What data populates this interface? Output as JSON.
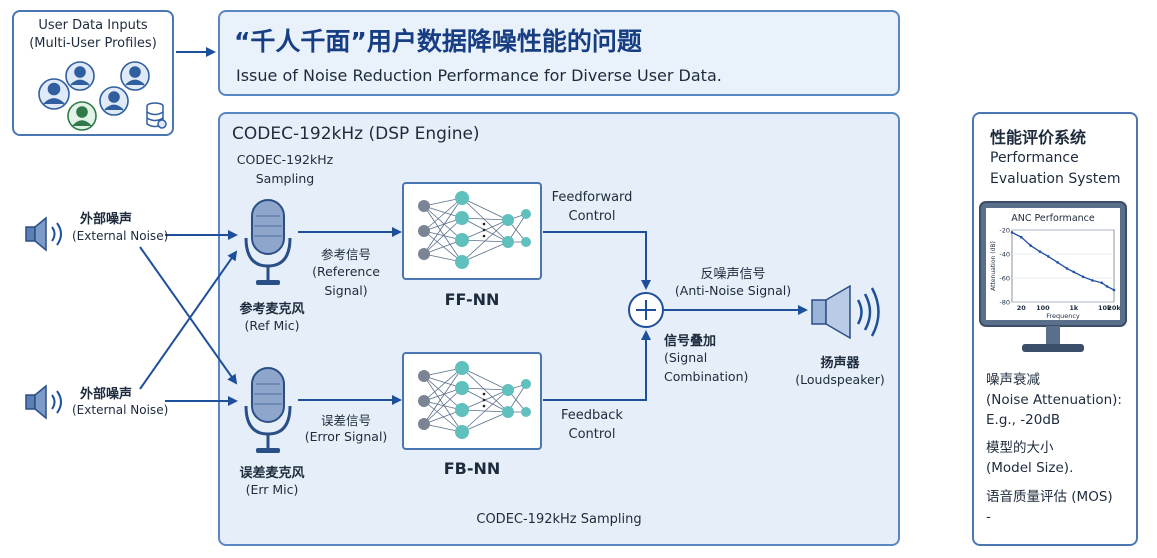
{
  "users": {
    "title_line1": "User Data Inputs",
    "title_line2": "(Multi-User Profiles)"
  },
  "title": {
    "zh": "“千人千面”用户数据降噪性能的问题",
    "en": "Issue of Noise Reduction Performance for Diverse User Data."
  },
  "dsp": {
    "title": "CODEC-192kHz (DSP Engine)",
    "sampling_top_line1": "CODEC-192kHz",
    "sampling_top_line2": "Sampling",
    "sampling_bottom": "CODEC-192kHz Sampling"
  },
  "noise_top": {
    "zh": "外部噪声",
    "en": "(External Noise)"
  },
  "noise_bottom": {
    "zh": "外部噪声",
    "en": "(External Noise)"
  },
  "ref_mic": {
    "zh": "参考麦克风",
    "en": "(Ref Mic)"
  },
  "err_mic": {
    "zh": "误差麦克风",
    "en": "(Err Mic)"
  },
  "ref_signal": {
    "zh": "参考信号",
    "en_line1": "(Reference",
    "en_line2": "Signal)"
  },
  "err_signal": {
    "zh": "误差信号",
    "en": "(Error Signal)"
  },
  "ffnn": {
    "label": "FF-NN",
    "control_line1": "Feedforward",
    "control_line2": "Control"
  },
  "fbnn": {
    "label": "FB-NN",
    "control_line1": "Feedback",
    "control_line2": "Control"
  },
  "anti_noise": {
    "zh": "反噪声信号",
    "en": "(Anti-Noise Signal)"
  },
  "combination": {
    "zh": "信号叠加",
    "en_line1": "(Signal",
    "en_line2": "Combination)"
  },
  "speaker": {
    "zh": "扬声器",
    "en": "(Loudspeaker)"
  },
  "perf": {
    "title_zh": "性能评价系统",
    "title_en_line1": "Performance",
    "title_en_line2": "Evaluation System",
    "item1_zh": "噪声衰减",
    "item1_en": "(Noise Attenuation):",
    "item1_val": "E.g., -20dB",
    "item2_zh": "模型的大小",
    "item2_en": "(Model Size).",
    "item3_zh": "语音质量评估 (MOS)",
    "item3_val": "-"
  },
  "chart_data": {
    "type": "line",
    "title": "ANC Performance",
    "xlabel": "Frequency",
    "ylabel": "Attenuation (dB)",
    "xscale": "log",
    "xlim": [
      10,
      20000
    ],
    "ylim": [
      -80,
      -20
    ],
    "xticks": [
      "20",
      "100",
      "1k",
      "10k",
      "20k"
    ],
    "yticks": [
      "-20",
      "-40",
      "-60",
      "-80"
    ],
    "series": [
      {
        "x": [
          10,
          20,
          40,
          80,
          150,
          300,
          600,
          1000,
          2000,
          4000,
          8000,
          12000,
          20000
        ],
        "y": [
          -22,
          -26,
          -33,
          -38,
          -42,
          -47,
          -52,
          -55,
          -59,
          -62,
          -64,
          -67,
          -70
        ]
      }
    ]
  }
}
